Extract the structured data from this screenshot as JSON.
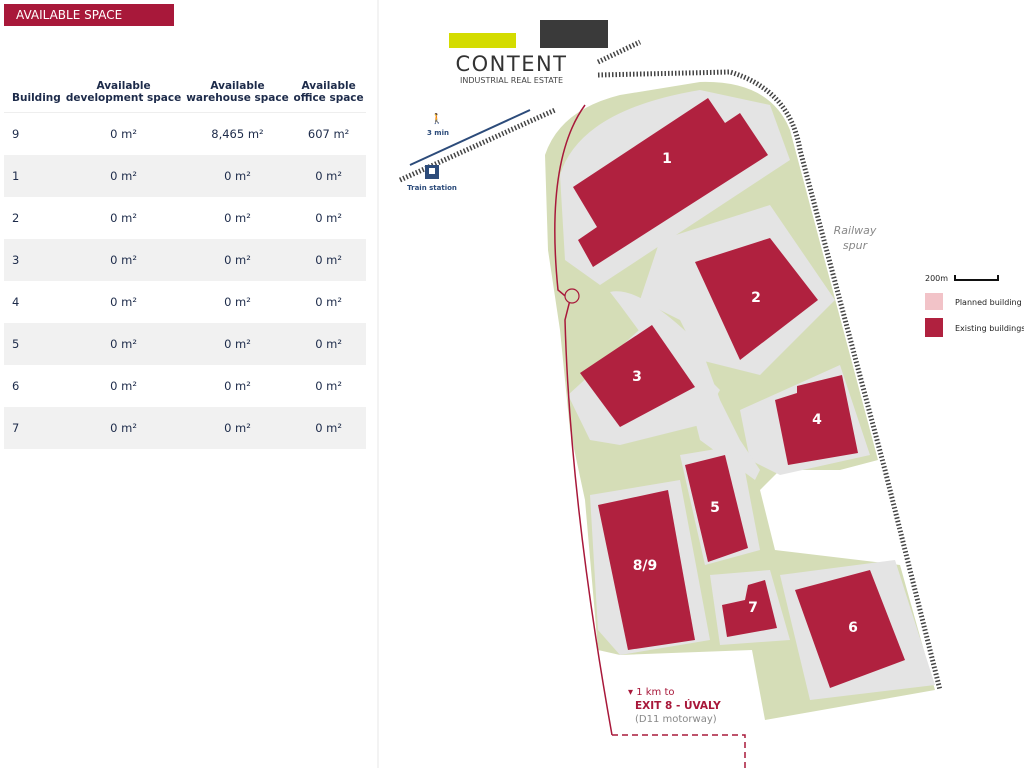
{
  "banner": "AVAILABLE SPACE",
  "table": {
    "headers": [
      "Building",
      "Available development space",
      "Available warehouse space",
      "Available office space"
    ],
    "header_lines": [
      [
        "Building"
      ],
      [
        "Available",
        "development space"
      ],
      [
        "Available",
        "warehouse space"
      ],
      [
        "Available",
        "office space"
      ]
    ],
    "rows": [
      [
        "9",
        "0 m²",
        "8,465 m²",
        "607 m²"
      ],
      [
        "1",
        "0 m²",
        "0 m²",
        "0 m²"
      ],
      [
        "2",
        "0 m²",
        "0 m²",
        "0 m²"
      ],
      [
        "3",
        "0 m²",
        "0 m²",
        "0 m²"
      ],
      [
        "4",
        "0 m²",
        "0 m²",
        "0 m²"
      ],
      [
        "5",
        "0 m²",
        "0 m²",
        "0 m²"
      ],
      [
        "6",
        "0 m²",
        "0 m²",
        "0 m²"
      ],
      [
        "7",
        "0 m²",
        "0 m²",
        "0 m²"
      ]
    ]
  },
  "logo": {
    "name": "CONTENT",
    "tagline": "INDUSTRIAL REAL ESTATE"
  },
  "map": {
    "walk_time": "3 min",
    "train_label": "Train station",
    "railway_label": [
      "Railway",
      "spur"
    ],
    "buildings": [
      "1",
      "2",
      "3",
      "4",
      "5",
      "8/9",
      "7",
      "6"
    ],
    "legend": {
      "scale": "200m",
      "planned": "Planned building",
      "existing": "Existing buildings"
    },
    "exit": {
      "line1": "1 km to",
      "line2": "EXIT 8 - ÚVALY",
      "line3": "(D11 motorway)"
    }
  },
  "colors": {
    "building": "#b0213f",
    "green": "#d5ddb7",
    "road": "#e4e4e4",
    "accent": "#a8183a"
  }
}
